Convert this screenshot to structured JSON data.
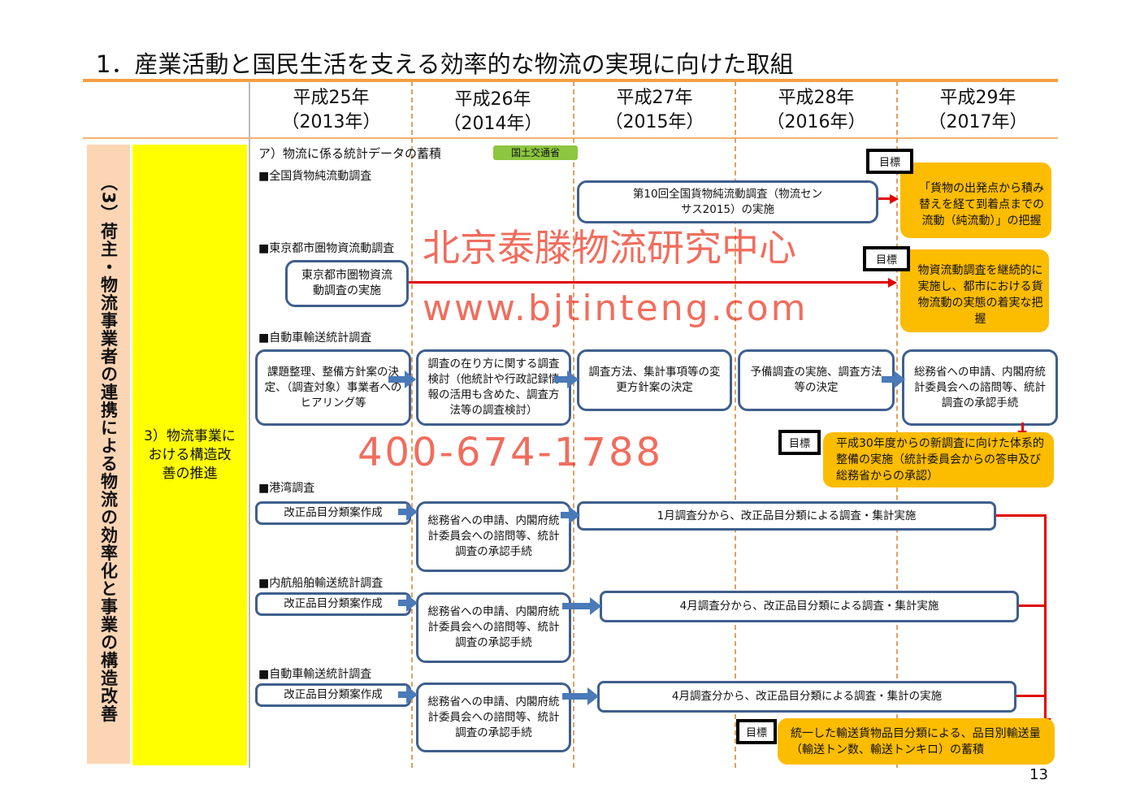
{
  "title": "1．産業活動と国民生活を支える効率的な物流の実現に向けた取組",
  "years": [
    {
      "era": "平成25年",
      "ad": "（2013年）"
    },
    {
      "era": "平成26年",
      "ad": "（2014年）"
    },
    {
      "era": "平成27年",
      "ad": "（2015年）"
    },
    {
      "era": "平成28年",
      "ad": "（2016年）"
    },
    {
      "era": "平成29年",
      "ad": "（2017年）"
    }
  ],
  "left": {
    "category": "（3）荷主・物流事業者の連携による物流の効率化と事業の構造改善",
    "subcategory": "3）物流事業における構造改善の推進"
  },
  "section": {
    "title": "ア）物流に係る統計データの蓄積",
    "ministry": "国土交通省"
  },
  "goal_label": "目標",
  "s1": {
    "heading": "■全国貨物純流動調査",
    "box": "第10回全国貨物純流動調査（物流センサス2015）の実施",
    "goal": "「貨物の出発点から積み替えを経て到着点までの流動（純流動）」の把握"
  },
  "s2": {
    "heading": "■東京都市圏物資流動調査",
    "box": "東京都市圏物資流動調査の実施",
    "goal": "物資流動調査を継続的に実施し、都市における貨物流動の実態の着実な把握"
  },
  "s3": {
    "heading": "■自動車輸送統計調査",
    "steps": [
      "課題整理、整備方針案の決定、（調査対象）事業者へのヒアリング等",
      "調査の在り方に関する調査検討（他統計や行政記録情報の活用も含めた、調査方法等の調査検討）",
      "調査方法、集計事項等の変更方針案の決定",
      "予備調査の実施、調査方法等の決定",
      "総務省への申請、内閣府統計委員会への諮問等、統計調査の承認手続"
    ],
    "goal": "平成30年度からの新調査に向けた体系的整備の実施（統計委員会からの答申及び総務省からの承認）"
  },
  "s4": {
    "heading": "■港湾調査",
    "step1": "改正品目分類案作成",
    "step2": "総務省への申請、内閣府統計委員会への諮問等、統計調査の承認手続",
    "step3": "1月調査分から、改正品目分類による調査・集計実施"
  },
  "s5": {
    "heading": "■内航船舶輸送統計調査",
    "step1": "改正品目分類案作成",
    "step2": "総務省への申請、内閣府統計委員会への諮問等、統計調査の承認手続",
    "step3": "4月調査分から、改正品目分類による調査・集計実施"
  },
  "s6": {
    "heading": "■自動車輸送統計調査",
    "step1": "改正品目分類案作成",
    "step2": "総務省への申請、内閣府統計委員会への諮問等、統計調査の承認手続",
    "step3": "4月調査分から、改正品目分類による調査・集計の実施"
  },
  "final_goal": "統一した輸送貨物品目分類による、品目別輸送量（輸送トン数、輸送トンキロ）の蓄積",
  "page_number": "13",
  "watermark": [
    "北京泰滕物流研究中心",
    "www.bjtinteng.com",
    "400-674-1788"
  ]
}
